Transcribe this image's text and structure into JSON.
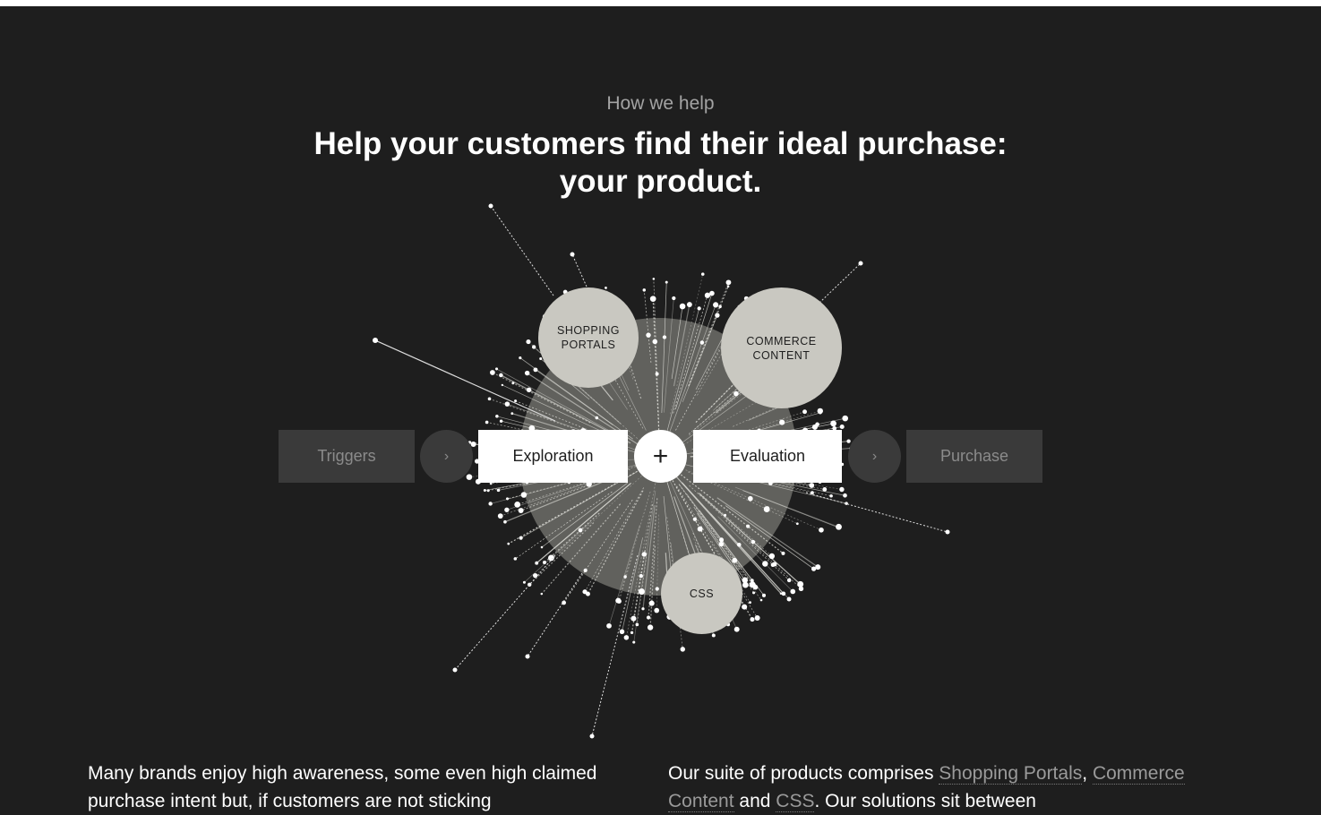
{
  "section": {
    "eyebrow": "How we help",
    "headline_line1": "Help your customers find their ideal purchase:",
    "headline_line2": "your product."
  },
  "bubbles": {
    "shopping_portals_line1": "SHOPPING",
    "shopping_portals_line2": "PORTALS",
    "commerce_content_line1": "COMMERCE",
    "commerce_content_line2": "CONTENT",
    "css": "CSS"
  },
  "journey": {
    "triggers": "Triggers",
    "arrow_left": "›",
    "exploration": "Exploration",
    "plus": "+",
    "evaluation": "Evaluation",
    "arrow_right": "›",
    "purchase": "Purchase"
  },
  "body": {
    "left_text": "Many brands enjoy high awareness, some even high claimed purchase intent but, if customers are not sticking",
    "right_prefix": "Our suite of products comprises ",
    "link_shopping_portals": "Shopping Portals",
    "comma": ",",
    "link_commerce_content": "Commerce Content",
    "and": " and ",
    "link_css": "CSS",
    "right_suffix": ". Our solutions sit between"
  },
  "colors": {
    "background": "#1e1e1e",
    "bubble": "#c9c8c1",
    "dim_step": "#3a3a3a",
    "link": "#9a9a9a"
  }
}
